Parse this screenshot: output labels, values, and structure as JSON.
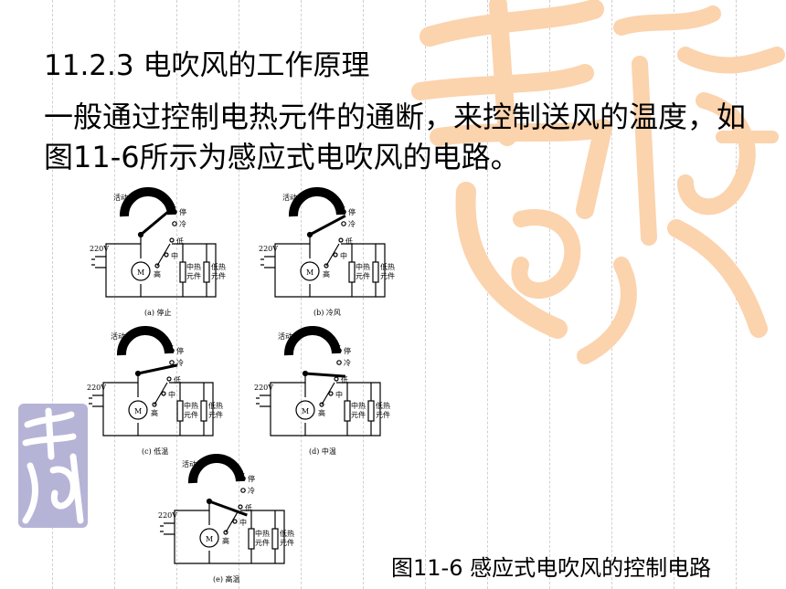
{
  "heading": "11.2.3 电吹风的工作原理",
  "body": "一般通过控制电热元件的通断，来控制送风的温度，如图11-6所示为感应式电吹风的电路。",
  "caption": "图11-6  感应式电吹风的控制电路",
  "colors": {
    "deco_big": "#fbd3ad",
    "deco_small": "#b5b4d6"
  },
  "diagram_labels": {
    "contact": "活动片",
    "stop": "停",
    "cool": "冷",
    "low": "低",
    "mid": "中",
    "high": "高",
    "voltage": "220V",
    "motor": "M",
    "mid_heat_1": "中热",
    "mid_heat_2": "元件",
    "low_heat_1": "低热",
    "low_heat_2": "元件"
  },
  "panels": [
    {
      "caption": "(a) 停止",
      "position": "stop"
    },
    {
      "caption": "(b) 冷风",
      "position": "cool"
    },
    {
      "caption": "(c) 低温",
      "position": "low"
    },
    {
      "caption": "(d) 中温",
      "position": "mid"
    },
    {
      "caption": "(e) 高温",
      "position": "high"
    }
  ]
}
